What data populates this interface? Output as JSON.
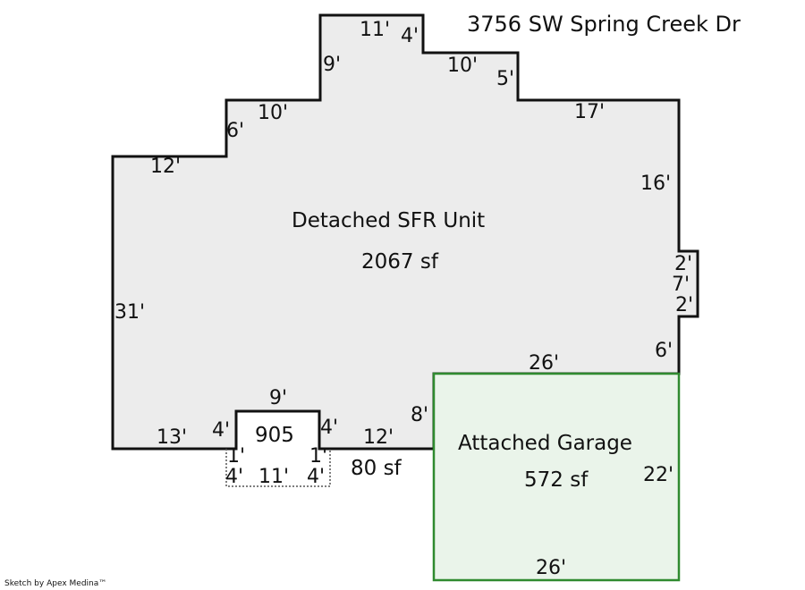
{
  "address": "3756 SW Spring Creek Dr",
  "credit": "Sketch by Apex Medina™",
  "colors": {
    "house_fill": "#ececec",
    "house_stroke": "#111111",
    "garage_fill": "#eaf4ea",
    "garage_stroke": "#2f8a2f",
    "porch_stroke": "#555555"
  },
  "areas": {
    "house": {
      "name": "Detached SFR Unit",
      "size": "2067 sf"
    },
    "garage": {
      "name": "Attached Garage",
      "size": "572 sf"
    },
    "porch": {
      "code": "905",
      "size": "80 sf"
    }
  },
  "dimensions": {
    "house_top_11": "11'",
    "house_top_4": "4'",
    "house_top_9": "9'",
    "house_top_10a": "10'",
    "house_top_5": "5'",
    "house_top_10b": "10'",
    "house_top_6": "6'",
    "house_top_17": "17'",
    "house_left_12": "12'",
    "house_right_16": "16'",
    "house_bump_2a": "2'",
    "house_bump_7": "7'",
    "house_bump_2b": "2'",
    "house_left_31": "31'",
    "house_right_6": "6'",
    "house_garage_26": "26'",
    "notch_9": "9'",
    "notch_4a": "4'",
    "notch_4b": "4'",
    "house_bottom_13": "13'",
    "house_bottom_12": "12'",
    "house_garage_8": "8'",
    "porch_1a": "1'",
    "porch_1b": "1'",
    "porch_4a": "4'",
    "porch_11": "11'",
    "porch_4b": "4'",
    "garage_right_22": "22'",
    "garage_bottom_26": "26'"
  }
}
